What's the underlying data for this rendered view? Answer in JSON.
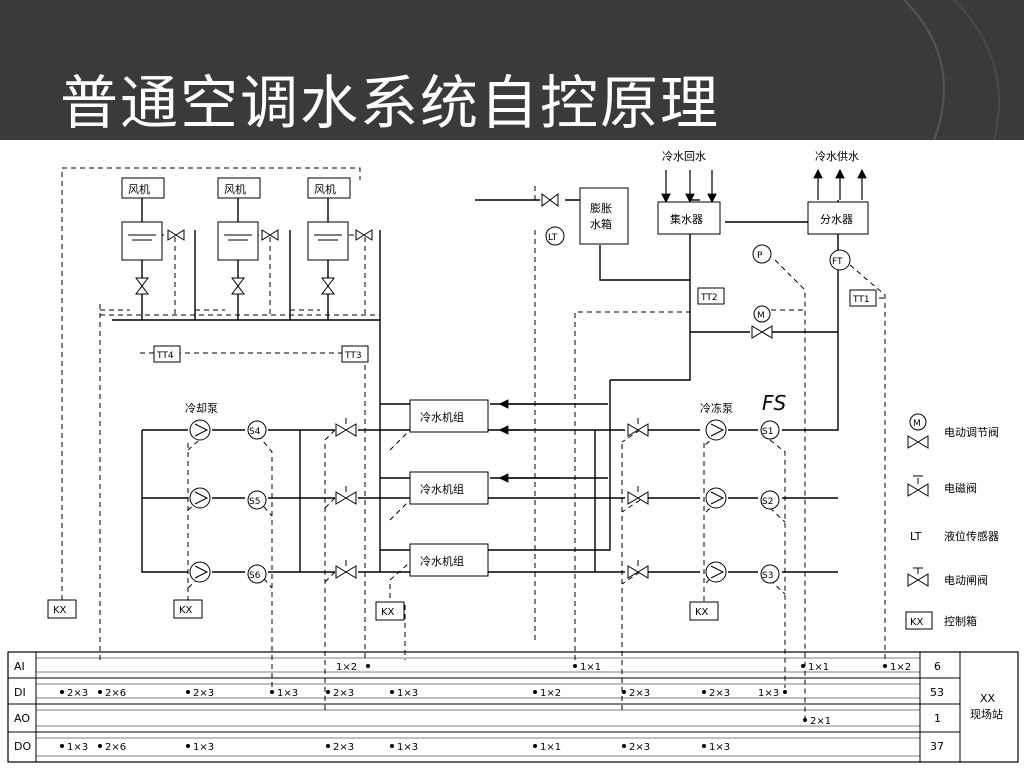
{
  "header": {
    "title": "普通空调水系统自控原理"
  },
  "units": {
    "fans": [
      "风机",
      "风机",
      "风机"
    ],
    "expansion_tank": [
      "膨胀",
      "水箱"
    ],
    "return_header": "集水器",
    "supply_header": "分水器",
    "chillers": [
      "冷水机组",
      "冷水机组",
      "冷水机组"
    ]
  },
  "labels": {
    "chw_return": "冷水回水",
    "chw_supply": "冷水供水",
    "cooling_pump": "冷却泵",
    "chilled_pump": "冷冻泵",
    "handwritten": "FS"
  },
  "instruments": {
    "tt": [
      "TT1",
      "TT2",
      "TT3",
      "TT4"
    ],
    "lt": "LT",
    "p": "P",
    "ft": "FT",
    "m": "M",
    "s": [
      "S1",
      "S2",
      "S3",
      "S4",
      "S5",
      "S6"
    ]
  },
  "panels": [
    "KX",
    "KX",
    "KX",
    "KX"
  ],
  "legend": [
    {
      "icon": "motor-valve",
      "label": "电动调节阀"
    },
    {
      "icon": "solenoid-valve",
      "label": "电磁阀"
    },
    {
      "icon": "lt-text",
      "label": "液位传感器",
      "code": "LT"
    },
    {
      "icon": "gate-valve",
      "label": "电动闸阀"
    },
    {
      "icon": "kx-box",
      "label": "控制箱",
      "code": "KX"
    }
  ],
  "io_table": {
    "rows": [
      "AI",
      "DI",
      "AO",
      "DO"
    ],
    "totals": [
      "6",
      "53",
      "1",
      "37"
    ],
    "station": [
      "XX",
      "现场站"
    ],
    "ai": [
      "1×2",
      "1×1",
      "1×1",
      "1×2"
    ],
    "di": [
      "2×3",
      "2×6",
      "2×3",
      "1×3",
      "2×3",
      "1×3",
      "1×2",
      "2×3",
      "2×3",
      "1×3"
    ],
    "ao": [
      "2×1"
    ],
    "do": [
      "1×3",
      "2×6",
      "1×3",
      "2×3",
      "1×3",
      "1×1",
      "2×3",
      "1×3"
    ]
  }
}
